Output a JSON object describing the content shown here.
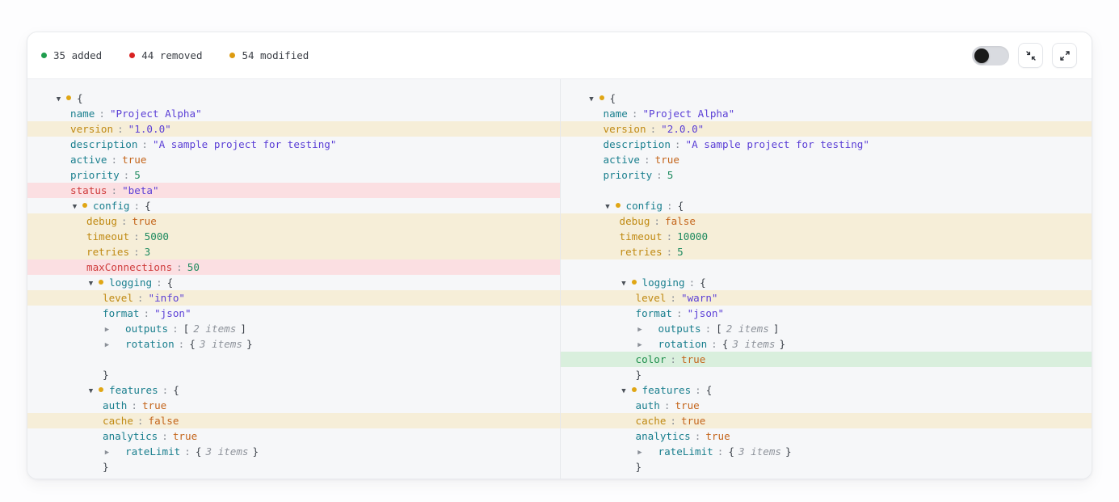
{
  "toolbar": {
    "stats": [
      {
        "name": "added",
        "count": "35",
        "label": "added",
        "color": "#1f9d4d"
      },
      {
        "name": "removed",
        "count": "44",
        "label": "removed",
        "color": "#d92222"
      },
      {
        "name": "modified",
        "count": "54",
        "label": "modified",
        "color": "#dd9b10"
      }
    ],
    "toggle": {
      "name": "show-unchanged-toggle",
      "state": "off"
    },
    "buttons": [
      {
        "name": "collapse-all-button",
        "icon": "collapse-arrows-icon"
      },
      {
        "name": "expand-all-button",
        "icon": "expand-arrows-icon"
      }
    ]
  },
  "left_pane": {
    "title": "original",
    "rows": [
      {
        "indent": 0,
        "marker": "expanded",
        "dot": "modified",
        "open": "{",
        "status": "none"
      },
      {
        "indent": 1,
        "key": "name",
        "colon": ":",
        "value": "\"Project Alpha\"",
        "vtype": "str",
        "status": "none"
      },
      {
        "indent": 1,
        "key": "version",
        "colon": ":",
        "value": "\"1.0.0\"",
        "vtype": "str",
        "status": "modified"
      },
      {
        "indent": 1,
        "key": "description",
        "colon": ":",
        "value": "\"A sample project for testing\"",
        "vtype": "str",
        "status": "none"
      },
      {
        "indent": 1,
        "key": "active",
        "colon": ":",
        "value": "true",
        "vtype": "bool",
        "status": "none"
      },
      {
        "indent": 1,
        "key": "priority",
        "colon": ":",
        "value": "5",
        "vtype": "num",
        "status": "none"
      },
      {
        "indent": 1,
        "key": "status",
        "colon": ":",
        "value": "\"beta\"",
        "vtype": "str",
        "status": "removed"
      },
      {
        "indent": 1,
        "marker": "expanded",
        "dot": "modified",
        "key": "config",
        "colon": ":",
        "open": "{",
        "status": "none"
      },
      {
        "indent": 2,
        "key": "debug",
        "colon": ":",
        "value": "true",
        "vtype": "bool",
        "status": "modified"
      },
      {
        "indent": 2,
        "key": "timeout",
        "colon": ":",
        "value": "5000",
        "vtype": "num",
        "status": "modified"
      },
      {
        "indent": 2,
        "key": "retries",
        "colon": ":",
        "value": "3",
        "vtype": "num",
        "status": "modified"
      },
      {
        "indent": 2,
        "key": "maxConnections",
        "colon": ":",
        "value": "50",
        "vtype": "num",
        "status": "removed"
      },
      {
        "indent": 2,
        "marker": "expanded",
        "dot": "modified",
        "key": "logging",
        "colon": ":",
        "open": "{",
        "status": "none"
      },
      {
        "indent": 3,
        "key": "level",
        "colon": ":",
        "value": "\"info\"",
        "vtype": "str",
        "status": "modified"
      },
      {
        "indent": 3,
        "key": "format",
        "colon": ":",
        "value": "\"json\"",
        "vtype": "str",
        "status": "none"
      },
      {
        "indent": 3,
        "marker": "collapsed",
        "key": "outputs",
        "colon": ":",
        "value": "[ 2 items ]",
        "vtype": "count",
        "status": "none"
      },
      {
        "indent": 3,
        "marker": "collapsed",
        "key": "rotation",
        "colon": ":",
        "value": "{ 3 items }",
        "vtype": "count",
        "status": "none"
      },
      {
        "indent": 0,
        "blank": true,
        "status": "none"
      },
      {
        "indent": 3,
        "close": "}",
        "status": "none"
      },
      {
        "indent": 2,
        "marker": "expanded",
        "dot": "modified",
        "key": "features",
        "colon": ":",
        "open": "{",
        "status": "none"
      },
      {
        "indent": 3,
        "key": "auth",
        "colon": ":",
        "value": "true",
        "vtype": "bool",
        "status": "none"
      },
      {
        "indent": 3,
        "key": "cache",
        "colon": ":",
        "value": "false",
        "vtype": "bool",
        "status": "modified"
      },
      {
        "indent": 3,
        "key": "analytics",
        "colon": ":",
        "value": "true",
        "vtype": "bool",
        "status": "none"
      },
      {
        "indent": 3,
        "marker": "collapsed",
        "key": "rateLimit",
        "colon": ":",
        "value": "{ 3 items }",
        "vtype": "count",
        "status": "none"
      },
      {
        "indent": 3,
        "close": "}",
        "status": "none"
      }
    ]
  },
  "right_pane": {
    "title": "modified",
    "rows": [
      {
        "indent": 0,
        "marker": "expanded",
        "dot": "modified",
        "open": "{",
        "status": "none"
      },
      {
        "indent": 1,
        "key": "name",
        "colon": ":",
        "value": "\"Project Alpha\"",
        "vtype": "str",
        "status": "none"
      },
      {
        "indent": 1,
        "key": "version",
        "colon": ":",
        "value": "\"2.0.0\"",
        "vtype": "str",
        "status": "modified"
      },
      {
        "indent": 1,
        "key": "description",
        "colon": ":",
        "value": "\"A sample project for testing\"",
        "vtype": "str",
        "status": "none"
      },
      {
        "indent": 1,
        "key": "active",
        "colon": ":",
        "value": "true",
        "vtype": "bool",
        "status": "none"
      },
      {
        "indent": 1,
        "key": "priority",
        "colon": ":",
        "value": "5",
        "vtype": "num",
        "status": "none"
      },
      {
        "indent": 0,
        "blank": true,
        "status": "none"
      },
      {
        "indent": 1,
        "marker": "expanded",
        "dot": "modified",
        "key": "config",
        "colon": ":",
        "open": "{",
        "status": "none"
      },
      {
        "indent": 2,
        "key": "debug",
        "colon": ":",
        "value": "false",
        "vtype": "bool",
        "status": "modified"
      },
      {
        "indent": 2,
        "key": "timeout",
        "colon": ":",
        "value": "10000",
        "vtype": "num",
        "status": "modified"
      },
      {
        "indent": 2,
        "key": "retries",
        "colon": ":",
        "value": "5",
        "vtype": "num",
        "status": "modified"
      },
      {
        "indent": 0,
        "blank": true,
        "status": "none"
      },
      {
        "indent": 2,
        "marker": "expanded",
        "dot": "modified",
        "key": "logging",
        "colon": ":",
        "open": "{",
        "status": "none"
      },
      {
        "indent": 3,
        "key": "level",
        "colon": ":",
        "value": "\"warn\"",
        "vtype": "str",
        "status": "modified"
      },
      {
        "indent": 3,
        "key": "format",
        "colon": ":",
        "value": "\"json\"",
        "vtype": "str",
        "status": "none"
      },
      {
        "indent": 3,
        "marker": "collapsed",
        "key": "outputs",
        "colon": ":",
        "value": "[ 2 items ]",
        "vtype": "count",
        "status": "none"
      },
      {
        "indent": 3,
        "marker": "collapsed",
        "key": "rotation",
        "colon": ":",
        "value": "{ 3 items }",
        "vtype": "count",
        "status": "none"
      },
      {
        "indent": 3,
        "key": "color",
        "colon": ":",
        "value": "true",
        "vtype": "bool",
        "status": "added"
      },
      {
        "indent": 3,
        "close": "}",
        "status": "none"
      },
      {
        "indent": 2,
        "marker": "expanded",
        "dot": "modified",
        "key": "features",
        "colon": ":",
        "open": "{",
        "status": "none"
      },
      {
        "indent": 3,
        "key": "auth",
        "colon": ":",
        "value": "true",
        "vtype": "bool",
        "status": "none"
      },
      {
        "indent": 3,
        "key": "cache",
        "colon": ":",
        "value": "true",
        "vtype": "bool",
        "status": "modified"
      },
      {
        "indent": 3,
        "key": "analytics",
        "colon": ":",
        "value": "true",
        "vtype": "bool",
        "status": "none"
      },
      {
        "indent": 3,
        "marker": "collapsed",
        "key": "rateLimit",
        "colon": ":",
        "value": "{ 3 items }",
        "vtype": "count",
        "status": "none"
      },
      {
        "indent": 3,
        "close": "}",
        "status": "none"
      }
    ]
  },
  "colors": {
    "added": "#1f9d4d",
    "removed": "#d92222",
    "modified": "#dd9b10",
    "key": "#1a7f8e",
    "string": "#5b3fd6",
    "number": "#1e8a5f",
    "boolean": "#c4651b",
    "highlight_modified": "#f6eed8",
    "highlight_removed": "#fbdfe2",
    "highlight_added": "#d9efdd"
  }
}
